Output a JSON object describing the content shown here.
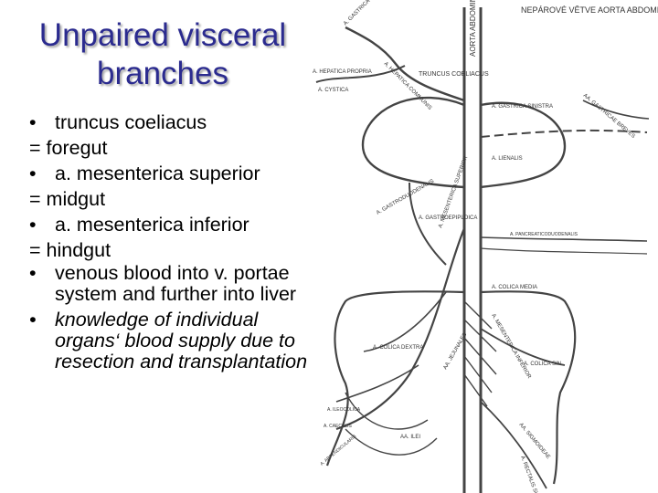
{
  "slide": {
    "title_line1": "Unpaired visceral",
    "title_line2": "branches",
    "bullets": [
      {
        "kind": "bullet",
        "text": "truncus coeliacus"
      },
      {
        "kind": "plain",
        "text": "= foregut"
      },
      {
        "kind": "bullet",
        "text": "a. mesenterica superior"
      },
      {
        "kind": "plain",
        "text": "= midgut"
      },
      {
        "kind": "bullet",
        "text": "a. mesenterica inferior"
      },
      {
        "kind": "plain",
        "text": "= hindgut"
      },
      {
        "kind": "bullet",
        "text": "venous blood into v. portae system and further into liver"
      },
      {
        "kind": "bullet",
        "text": "knowledge of individual organs‘ blood supply due to resection and transplantation"
      }
    ]
  },
  "diagram": {
    "heading": "NEPÁROVÉ VĚTVE AORTA ABDOMINALIS",
    "labels": {
      "aorta": "AORTA ABDOMINALIS",
      "truncus": "TRUNCUS COELIACUS",
      "gastrica_dextra": "A. GASTRICA DEXTRA",
      "hepatica_propria": "A. HEPATICA PROPRIA",
      "hepatica_communis": "A. HEPATICA COMMUNIS",
      "gastrica_sinistra": "A. GASTRICA SINISTRA",
      "lienalis": "A. LIENALIS",
      "gastroduodenalis": "A. GASTRODUODENALIS",
      "gastroepiploica": "A. GASTROEPIPLOICA",
      "pancreaticoduodenalis": "A. PANCREATICODUODENALIS",
      "mes_sup": "A. MESENTERICA SUPERIOR",
      "mes_inf": "A. MESENTERICA INFERIOR",
      "colica_dextra": "A. COLICA DEXTRA",
      "colica_media": "A. COLICA MEDIA",
      "colica_sin": "A. COLICA SIN.",
      "ileocolica": "A. ILEOCOLICA",
      "rectalis": "A. RECTALIS SUP.",
      "sigmoideae": "AA. SIGMOIDEAE",
      "jejunales": "AA. JEJUNALES",
      "ilei": "AA. ILEI",
      "appendicularis": "A. APPENDICULARIS",
      "caecalis": "A. CAECALIS",
      "gastricae_breves": "AA. GASTRICAE BREVES",
      "cystica": "A. CYSTICA"
    }
  }
}
